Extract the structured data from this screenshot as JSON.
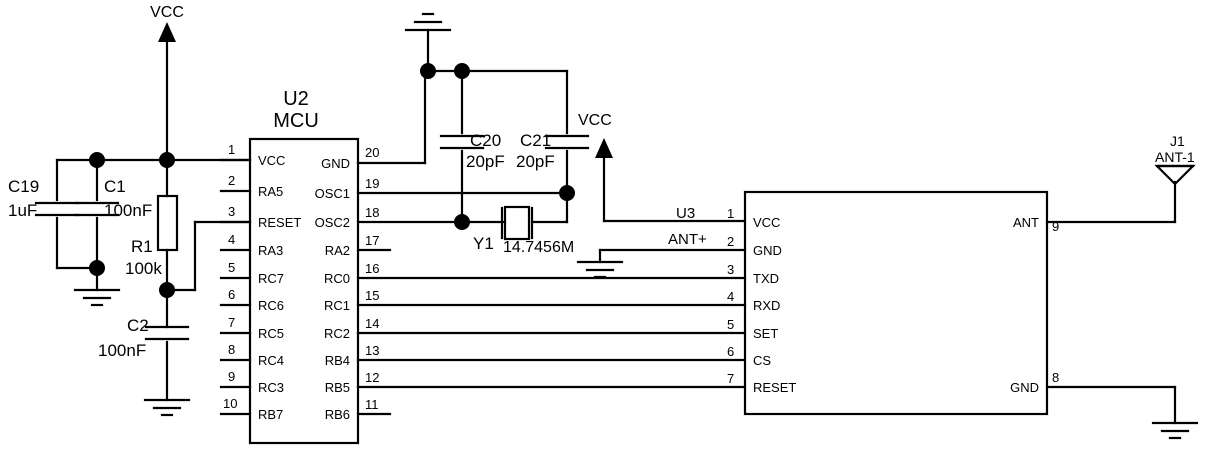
{
  "schematic": {
    "title": "MCU with RF module schematic",
    "background_color": "#ffffff",
    "line_color": "#000000",
    "net_labels": [
      {
        "name": "vcc-top-left",
        "text": "VCC"
      },
      {
        "name": "vcc-mid",
        "text": "VCC"
      }
    ],
    "components": [
      {
        "id": "U2",
        "refdes": "U2",
        "value": "MCU",
        "type": "ic",
        "pins_left": [
          {
            "num": "1",
            "name": "VCC"
          },
          {
            "num": "2",
            "name": "RA5"
          },
          {
            "num": "3",
            "name": "RESET"
          },
          {
            "num": "4",
            "name": "RA3"
          },
          {
            "num": "5",
            "name": "RC7"
          },
          {
            "num": "6",
            "name": "RC6"
          },
          {
            "num": "7",
            "name": "RC5"
          },
          {
            "num": "8",
            "name": "RC4"
          },
          {
            "num": "9",
            "name": "RC3"
          },
          {
            "num": "10",
            "name": "RB7"
          }
        ],
        "pins_right": [
          {
            "num": "20",
            "name": "GND"
          },
          {
            "num": "19",
            "name": "OSC1"
          },
          {
            "num": "18",
            "name": "OSC2"
          },
          {
            "num": "17",
            "name": "RA2"
          },
          {
            "num": "16",
            "name": "RC0"
          },
          {
            "num": "15",
            "name": "RC1"
          },
          {
            "num": "14",
            "name": "RC2"
          },
          {
            "num": "13",
            "name": "RB4"
          },
          {
            "num": "12",
            "name": "RB5"
          },
          {
            "num": "11",
            "name": "RB6"
          }
        ]
      },
      {
        "id": "U3",
        "refdes": "U3",
        "extra_label": "ANT+",
        "type": "module",
        "pins_left": [
          {
            "num": "1",
            "name": "VCC"
          },
          {
            "num": "2",
            "name": "GND"
          },
          {
            "num": "3",
            "name": "TXD"
          },
          {
            "num": "4",
            "name": "RXD"
          },
          {
            "num": "5",
            "name": "SET"
          },
          {
            "num": "6",
            "name": "CS"
          },
          {
            "num": "7",
            "name": "RESET"
          }
        ],
        "pins_right": [
          {
            "num": "9",
            "name": "ANT"
          },
          {
            "num": "8",
            "name": "GND"
          }
        ]
      },
      {
        "id": "C19",
        "refdes": "C19",
        "value": "1uF",
        "type": "capacitor"
      },
      {
        "id": "C1",
        "refdes": "C1",
        "value": "100nF",
        "type": "capacitor"
      },
      {
        "id": "R1",
        "refdes": "R1",
        "value": "100k",
        "type": "resistor"
      },
      {
        "id": "C2",
        "refdes": "C2",
        "value": "100nF",
        "type": "capacitor"
      },
      {
        "id": "C20",
        "refdes": "C20",
        "value": "20pF",
        "type": "capacitor"
      },
      {
        "id": "C21",
        "refdes": "C21",
        "value": "20pF",
        "type": "capacitor"
      },
      {
        "id": "Y1",
        "refdes": "Y1",
        "value": "14.7456M",
        "type": "crystal"
      },
      {
        "id": "J1",
        "refdes": "J1",
        "value": "ANT-1",
        "type": "antenna"
      }
    ]
  }
}
